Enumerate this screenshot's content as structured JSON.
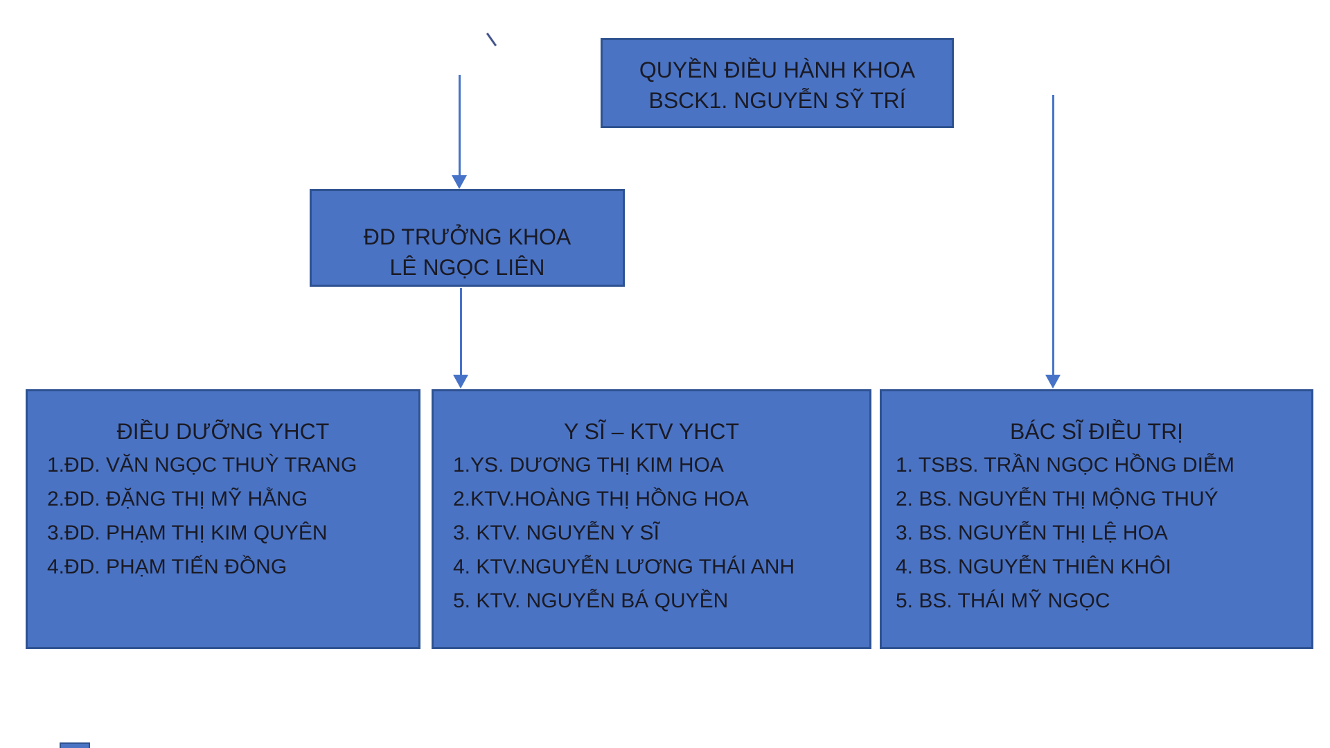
{
  "colors": {
    "box_fill": "#4a73c4",
    "box_border": "#2e5291",
    "arrow": "#4673c8",
    "text": "#1a1a24",
    "background": "#ffffff"
  },
  "org_chart": {
    "root_box": {
      "line1": "QUYỀN ĐIỀU HÀNH KHOA",
      "line2": "BSCK1. NGUYỄN SỸ TRÍ"
    },
    "head_nurse_box": {
      "line1": "ĐD TRƯỞNG KHOA",
      "line2": "LÊ NGỌC LIÊN"
    },
    "groups": [
      {
        "title": "ĐIỀU DƯỠNG YHCT",
        "members": [
          "1.ĐD. VĂN NGỌC THUỲ TRANG",
          "2.ĐD. ĐẶNG THỊ MỸ HẰNG",
          "3.ĐD. PHẠM THỊ KIM QUYÊN",
          "4.ĐD. PHẠM TIẾN ĐỒNG"
        ]
      },
      {
        "title": "Y SĨ – KTV YHCT",
        "members": [
          "1.YS. DƯƠNG THỊ KIM HOA",
          "2.KTV.HOÀNG THỊ HỒNG HOA",
          "3. KTV. NGUYỄN Y SĨ",
          "4. KTV.NGUYỄN LƯƠNG THÁI ANH",
          "5. KTV. NGUYỄN BÁ QUYỀN"
        ]
      },
      {
        "title": "BÁC SĨ ĐIỀU TRỊ",
        "members": [
          "1. TSBS. TRẦN NGỌC HỒNG DIỄM",
          "2. BS. NGUYỄN THỊ MỘNG THUÝ",
          "3. BS. NGUYỄN THỊ LỆ HOA",
          "4. BS. NGUYỄN THIÊN KHÔI",
          "5. BS. THÁI MỸ NGỌC"
        ]
      }
    ]
  }
}
